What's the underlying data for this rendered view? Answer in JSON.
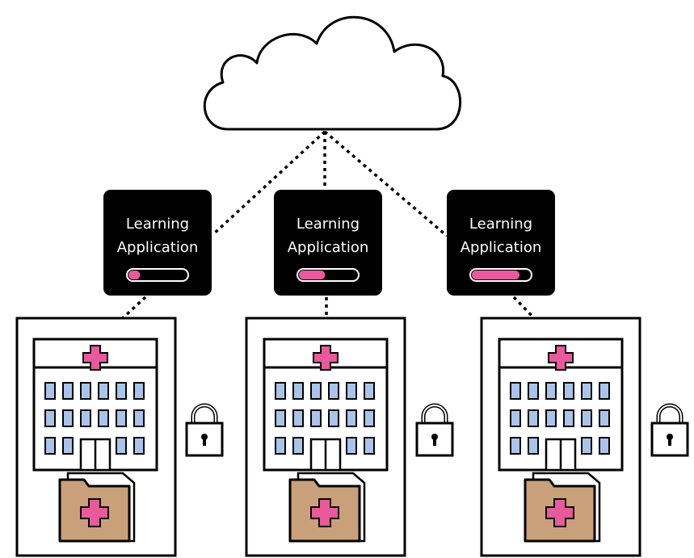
{
  "colors": {
    "outline": "#000000",
    "background": "#ffffff",
    "app_box": "#000000",
    "app_text": "#ffffff",
    "progress_fill": "#e85a9c",
    "cross": "#e85a9c",
    "window": "#a9c4ea",
    "folder": "#c9a07a"
  },
  "central_node": {
    "icon": "cloud-icon"
  },
  "sites": [
    {
      "app": {
        "line1": "Learning",
        "line2": "Application",
        "progress": 0.2
      },
      "icons": [
        "hospital-icon",
        "lock-icon",
        "medical-folder-icon"
      ]
    },
    {
      "app": {
        "line1": "Learning",
        "line2": "Application",
        "progress": 0.45
      },
      "icons": [
        "hospital-icon",
        "lock-icon",
        "medical-folder-icon"
      ]
    },
    {
      "app": {
        "line1": "Learning",
        "line2": "Application",
        "progress": 0.82
      },
      "icons": [
        "hospital-icon",
        "lock-icon",
        "medical-folder-icon"
      ]
    }
  ]
}
